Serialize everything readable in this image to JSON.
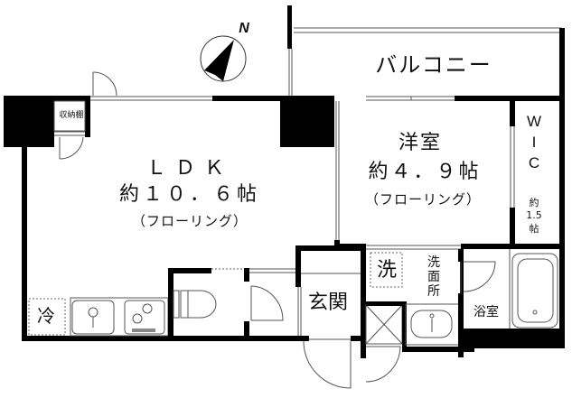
{
  "floor_plan": {
    "compass": {
      "label": "N",
      "icon": "north-arrow-icon"
    },
    "rooms": {
      "ldk": {
        "name": "ＬＤＫ",
        "area": "約１０．６帖",
        "flooring": "（フローリング）"
      },
      "balcony": {
        "name": "バルコニー"
      },
      "western_room": {
        "name": "洋室",
        "area": "約４．９帖",
        "flooring": "（フローリング）"
      },
      "wic": {
        "name_lines": [
          "W",
          "I",
          "C"
        ],
        "area_lines": [
          "約",
          "1.5",
          "帖"
        ]
      },
      "storage": {
        "name": "収納棚"
      },
      "entrance": {
        "name": "玄関"
      },
      "washroom": {
        "name_lines": [
          "洗",
          "面",
          "所"
        ]
      },
      "washer": {
        "name": "洗"
      },
      "bathroom": {
        "name": "浴室"
      },
      "fridge": {
        "name": "冷"
      }
    },
    "colors": {
      "wall": "#000000",
      "line": "#555555",
      "background": "#ffffff"
    }
  }
}
